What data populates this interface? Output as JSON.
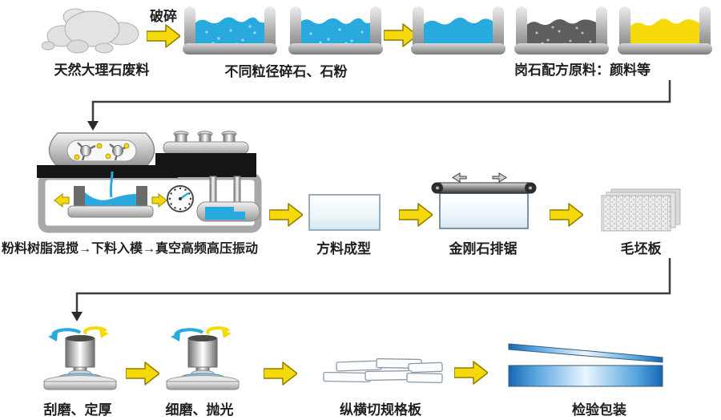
{
  "colors": {
    "blue": "#29aadf",
    "yellow": "#f5d90a",
    "darkfill": "#5e5e5e",
    "line": "#3d3d3d"
  },
  "row1": {
    "rocks_label": "天然大理石废料",
    "crush_arrow_label": "破碎",
    "crushed_label": "不同粒径碎石、石粉",
    "formula_label": "岗石配方原料：颜料等"
  },
  "row2": {
    "mixing_label": "粉料树脂混搅→下料入模→真空高频高压振动",
    "block_label": "方料成型",
    "saw_label": "金刚石排锯",
    "slab_label": "毛坯板"
  },
  "row3": {
    "grind_label": "刮磨、定厚",
    "polish_label": "细磨、抛光",
    "cut_label": "纵横切规格板",
    "pack_label": "检验包装"
  }
}
